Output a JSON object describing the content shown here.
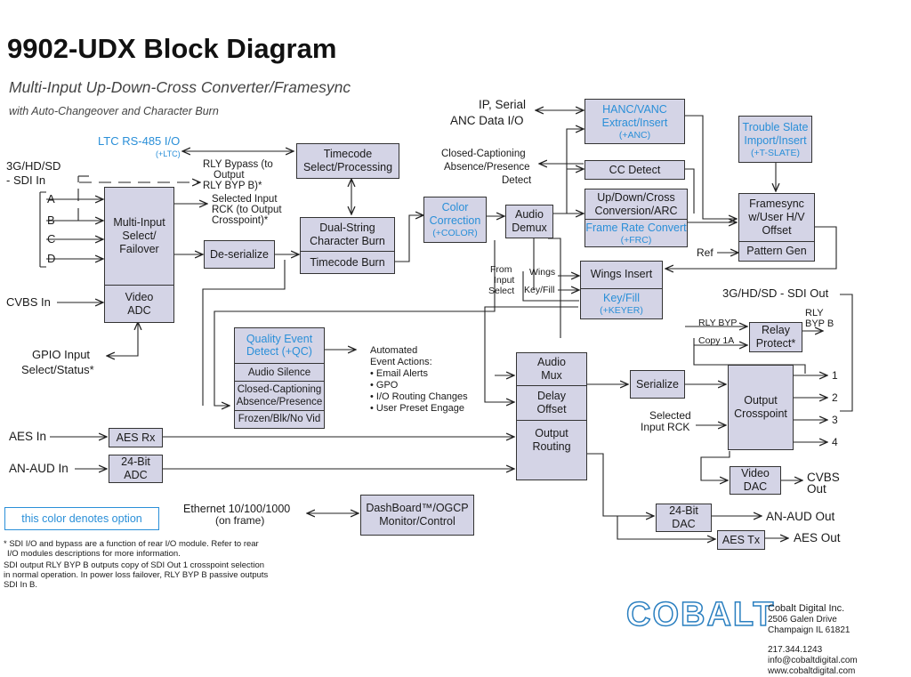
{
  "title": "9902-UDX Block Diagram",
  "subtitle": "Multi-Input Up-Down-Cross Converter/Framesync",
  "subtitle2": "with Auto-Changeover and Character Burn",
  "colors": {
    "option": "#2a8fd8",
    "block_fill": "#d4d4e6",
    "line": "#222222"
  },
  "labels": {
    "ltc": "LTC RS-485 I/O",
    "ltc_opt": "(+LTC)",
    "sdi_in1": "3G/HD/SD",
    "sdi_in2": "- SDI In",
    "in_a": "A",
    "in_b": "B",
    "in_c": "C",
    "in_d": "D",
    "cvbs_in": "CVBS In",
    "gpio1": "GPIO Input",
    "gpio2": "Select/Status*",
    "rly1": "RLY Bypass (to",
    "rly2": "Output",
    "rly3": "RLY BYP B)*",
    "selin1": "Selected Input",
    "selin2": "RCK (to Output",
    "selin3": "Crosspoint)*",
    "ip1": "IP, Serial",
    "ip2": "ANC Data I/O",
    "cc1": "Closed-Captioning",
    "cc2": "Absence/Presence",
    "cc3": "Detect",
    "ref": "Ref",
    "from1": "From",
    "from2": "Input",
    "from3": "Select",
    "wings": "Wings",
    "keyfill": "Key/Fill",
    "sdi_out": "3G/HD/SD - SDI Out",
    "rly_byp": "RLY BYP",
    "rly_bypb1": "RLY",
    "rly_bypb2": "BYP B",
    "copy1a": "Copy 1A",
    "out1": "1",
    "out2": "2",
    "out3": "3",
    "out4": "4",
    "sel_rck1": "Selected",
    "sel_rck2": "Input RCK",
    "auto1": "Automated",
    "auto2": "Event Actions:",
    "auto3": "• Email Alerts",
    "auto4": "• GPO",
    "auto5": "• I/O Routing Changes",
    "auto6": "• User Preset Engage",
    "aes_in": "AES In",
    "anaud_in": "AN-AUD In",
    "cvbs_out1": "CVBS",
    "cvbs_out2": "Out",
    "anaud_out": "AN-AUD Out",
    "aes_out": "AES Out",
    "eth1": "Ethernet 10/100/1000",
    "eth2": "(on frame)",
    "legend": "this color denotes option",
    "note1": "* SDI I/O and bypass are a function of rear I/O module. Refer to rear",
    "note2": "I/O modules descriptions for more information.",
    "note3": "SDI output RLY BYP B outputs copy of SDI Out 1 crosspoint selection",
    "note4": "in normal operation. In power loss failover, RLY BYP B passive outputs",
    "note5": "SDI In B."
  },
  "blocks": {
    "multi_input": [
      "Multi-Input",
      "Select/",
      "Failover"
    ],
    "video_adc": [
      "Video",
      "ADC"
    ],
    "deserialize": "De-serialize",
    "timecode": [
      "Timecode",
      "Select/Processing"
    ],
    "dual_string": [
      "Dual-String",
      "Character Burn"
    ],
    "timecode_burn": "Timecode Burn",
    "color_corr": [
      "Color",
      "Correction",
      "(+COLOR)"
    ],
    "audio_demux": [
      "Audio",
      "Demux"
    ],
    "hanc": [
      "HANC/VANC",
      "Extract/Insert",
      "(+ANC)"
    ],
    "cc_detect": "CC Detect",
    "udc": [
      "Up/Down/Cross",
      "Conversion/ARC"
    ],
    "frc": [
      "Frame Rate Convert",
      "(+FRC)"
    ],
    "trouble": [
      "Trouble Slate",
      "Import/Insert",
      "(+T-SLATE)"
    ],
    "framesync": [
      "Framesync",
      "w/User H/V",
      "Offset"
    ],
    "pattern": "Pattern Gen",
    "wings_insert": "Wings Insert",
    "keyer": [
      "Key/Fill",
      "(+KEYER)"
    ],
    "qc": [
      "Quality Event",
      "Detect (+QC)"
    ],
    "qc_audio": "Audio Silence",
    "qc_cc": [
      "Closed-Captioning",
      "Absence/Presence"
    ],
    "qc_frozen": "Frozen/Blk/No Vid",
    "audio_mux": [
      "Audio",
      "Mux"
    ],
    "delay": [
      "Delay",
      "Offset"
    ],
    "output_routing": [
      "Output",
      "Routing"
    ],
    "relay": [
      "Relay",
      "Protect*"
    ],
    "serialize": "Serialize",
    "crosspoint": [
      "Output",
      "Crosspoint"
    ],
    "video_dac": [
      "Video",
      "DAC"
    ],
    "dac24": [
      "24-Bit",
      "DAC"
    ],
    "aes_tx": "AES Tx",
    "aes_rx": "AES Rx",
    "adc24": [
      "24-Bit",
      "ADC"
    ],
    "dashboard": [
      "DashBoard™/OGCP",
      "Monitor/Control"
    ]
  },
  "company": {
    "logo": "COBALT",
    "name": "Cobalt Digital Inc.",
    "addr1": "2506 Galen Drive",
    "addr2": "Champaign IL 61821",
    "phone": "217.344.1243",
    "email": "info@cobaltdigital.com",
    "web": "www.cobaltdigital.com"
  }
}
